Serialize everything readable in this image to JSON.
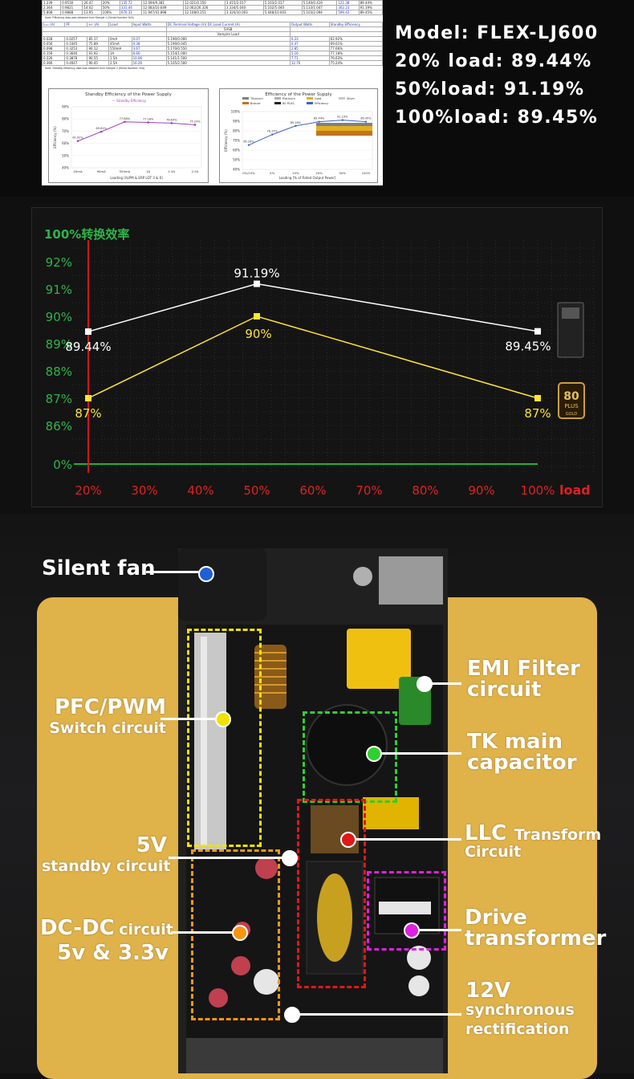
{
  "spec": {
    "model_label": "Model: FLEX-LJ600",
    "load_20": "20% load: 89.44%",
    "load_50": "50%load: 91.19%",
    "load_100": "100%load: 89.45%"
  },
  "report": {
    "note1": "Note: Efficiency data was obtained from Sample 1 (Serial Number: N/A)",
    "note2": "Note: Standby efficiency data was obtained from Sample 2 (Serial Number: N/A)",
    "header_row": [
      "Iₘₐₓ (A)",
      "PF",
      "Iₜₕᴰ (A)",
      "Load",
      "Input Watts",
      "DC Terminal Voltage (V)/ DC Load Current (A)",
      "Output Watts",
      "Standby Efficiency"
    ],
    "sub_header": [
      "5VSB",
      "Vampire Load"
    ],
    "rows": [
      [
        "0.028",
        "0.0257",
        "85.17",
        "0mA",
        "0.07",
        "5.190/0.000",
        "0.23",
        "62.92%"
      ],
      [
        "0.056",
        "0.1045",
        "75.89",
        "45mA",
        "0.38",
        "5.190/0.045",
        "0.47",
        "69.61%"
      ],
      [
        "0.098",
        "0.3253",
        "90.12",
        "550mA",
        "3.67",
        "5.170/0.550",
        "2.85",
        "77.66%"
      ],
      [
        "0.159",
        "0.3640",
        "91.92",
        "1A",
        "6.66",
        "5.154/1.000",
        "5.16",
        "77.18%"
      ],
      [
        "0.226",
        "0.3878",
        "90.55",
        "1.5A",
        "10.06",
        "5.141/1.500",
        "7.71",
        "76.63%"
      ],
      [
        "0.366",
        "0.4047",
        "90.45",
        "2.5A",
        "16.26",
        "5.105/2.500",
        "12.76",
        "75.24%"
      ]
    ],
    "top_rows": [
      [
        "1.239",
        "0.9530",
        "26.47",
        "20%",
        "135.72",
        "12.094/9.381",
        "12.021/0.350",
        "3.415/2.017",
        "5.103/2.017",
        "5.140/0.419",
        "121.38",
        "89.44%"
      ],
      [
        "2.364",
        "0.9821",
        "14.02",
        "50%",
        "331.44",
        "12.083/10.649",
        "12.062/26.326",
        "3.334/5.040",
        "5.102/5.040",
        "5.133/1.047",
        "302.23",
        "91.19%"
      ],
      [
        "5.808",
        "0.9888",
        "13.95",
        "100%",
        "670.31",
        "11.947/41.898",
        "12.108/0.251",
        "3.320/10.003",
        "5.048/10.003",
        "5.103/2.094",
        "599.42",
        "89.45%"
      ]
    ],
    "chart1": {
      "title": "Standby Efficiency of the Power Supply",
      "legend": "Standby Efficiency",
      "xlabel": "Loading [ALPM & ERP LOT 3 & 6]",
      "ylabel": "Efficiency (%)",
      "categories": [
        "45mA",
        "90mA",
        "550mA",
        "1A",
        "1.5A",
        "2.5A"
      ],
      "values": [
        61.92,
        69.61,
        77.66,
        77.18,
        76.63,
        75.24
      ],
      "labels": [
        "61.92%",
        "69.61%",
        "77.66%",
        "77.18%",
        "76.63%",
        "75.24%"
      ],
      "y_ticks": [
        "90%",
        "80%",
        "70%",
        "60%",
        "50%",
        "40%"
      ]
    },
    "chart2": {
      "title": "Efficiency of the Power Supply",
      "legend": [
        "Titanium",
        "Platinum",
        "Gold",
        "Silver",
        "Bronze",
        "80 PLUS",
        "Efficiency"
      ],
      "xlabel": "Loading [% of Rated Output Power]",
      "ylabel": "Efficiency (%)",
      "x_ticks": [
        "0%/10%",
        "5%",
        "10%",
        "20%",
        "50%",
        "100%"
      ],
      "labels": [
        "65.28%",
        "76.17%",
        "85.18%",
        "89.44%",
        "91.19%",
        "89.45%"
      ],
      "y_ticks": [
        "100%",
        "90%",
        "80%",
        "70%",
        "60%",
        "50%",
        "40%"
      ]
    }
  },
  "chart_data": {
    "type": "line",
    "title": "100%转换效率",
    "x_ticks": [
      "20%",
      "30%",
      "40%",
      "50%",
      "60%",
      "70%",
      "80%",
      "90%",
      "100%"
    ],
    "x_axis_suffix": "load",
    "y_ticks": [
      "92%",
      "91%",
      "90%",
      "89%",
      "88%",
      "87%",
      "86%",
      "0%"
    ],
    "series": [
      {
        "x": [
          20,
          50,
          100
        ],
        "values": [
          89.44,
          91.19,
          89.45
        ],
        "labels": [
          "89.44%",
          "91.19%",
          "89.45%"
        ],
        "color": "#ffffff"
      },
      {
        "x": [
          20,
          50,
          100
        ],
        "values": [
          87,
          90,
          87
        ],
        "labels": [
          "87%",
          "90%",
          "87%"
        ],
        "color": "#ffe433"
      }
    ],
    "badge_80plus_top": "80",
    "badge_80plus_mid": "PLUS",
    "badge_80plus_bottom": "GOLD",
    "colors": {
      "title": "#2fb34a",
      "y_ticks": "#2fb34a",
      "x_ticks": "#e02020",
      "baseline": "#20b040",
      "marker_line": "#d01818"
    }
  },
  "callouts": {
    "silent_fan": "Silent fan",
    "pfc_title": "PFC/PWM",
    "pfc_sub": "Switch circuit",
    "emi_1": "EMI Filter",
    "emi_2": "circuit",
    "tk_1": "TK main",
    "tk_2": "capacitor",
    "standby_1": "5V",
    "standby_2": "standby circuit",
    "llc_big": "LLC",
    "llc_small1": "Transform",
    "llc_small2": "Circuit",
    "dcdc_big": "DC-DC",
    "dcdc_small": "circuit",
    "dcdc_2": "5v & 3.3v",
    "drive_1": "Drive",
    "drive_2": "transformer",
    "v12_1": "12V",
    "v12_2": "synchronous",
    "v12_3": "rectification",
    "colors": {
      "fan": "#1f5fd6",
      "pfc": "#f2e200",
      "emi": "#ffffff",
      "tk": "#2ed02e",
      "llc": "#e01818",
      "dcdc": "#f59612",
      "drive": "#e020e0",
      "v12": "#ffffff",
      "standby": "#ffffff"
    }
  }
}
